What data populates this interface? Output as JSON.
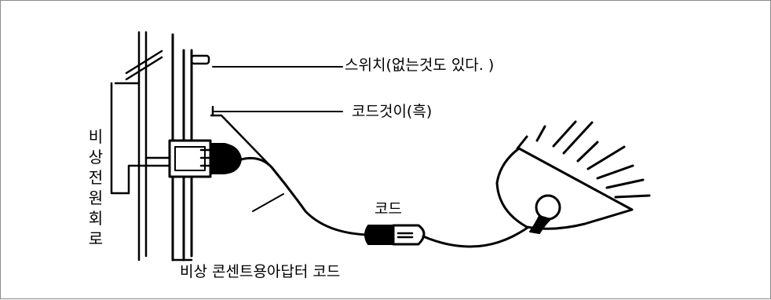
{
  "diagram": {
    "labels": {
      "switch": "스위치(없는것도 있다. )",
      "cord_hook": "코드것이(흑)",
      "cord": "코드",
      "adapter_cord": "비상 콘센트용아답터 코드",
      "emergency_circuit": "비상전원회로"
    },
    "stroke_color": "#000000"
  }
}
